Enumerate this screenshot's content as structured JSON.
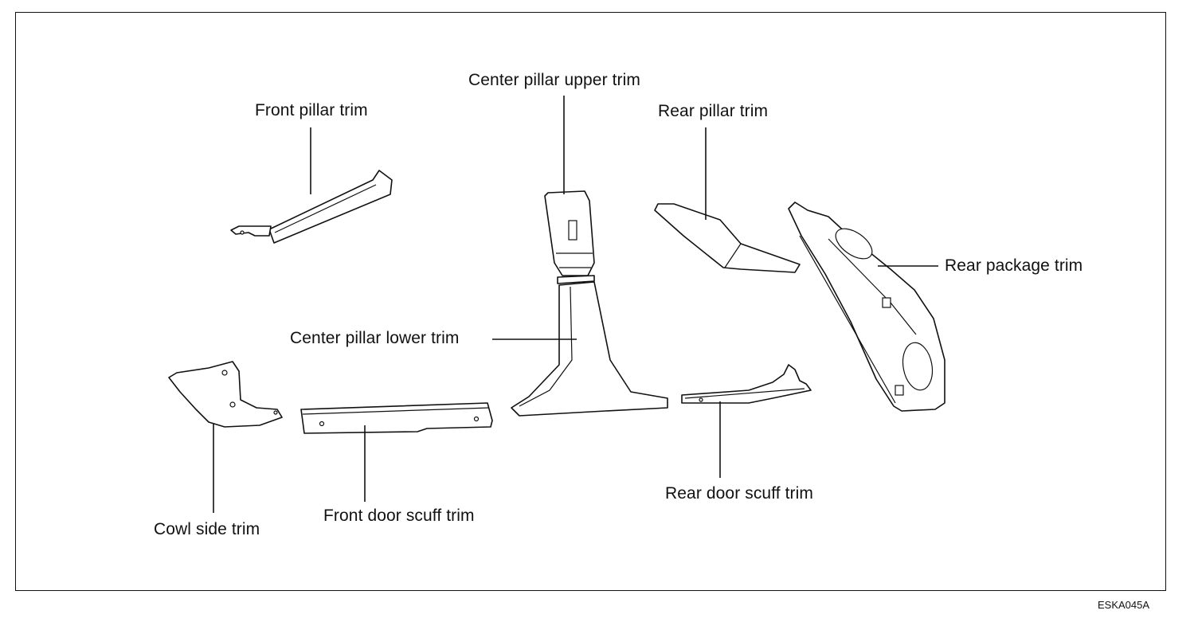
{
  "labels": {
    "front_pillar_trim": "Front pillar trim",
    "center_pillar_upper_trim": "Center pillar upper trim",
    "rear_pillar_trim": "Rear pillar trim",
    "rear_package_trim": "Rear package trim",
    "center_pillar_lower_trim": "Center pillar lower trim",
    "cowl_side_trim": "Cowl side trim",
    "front_door_scuff_trim": "Front door scuff trim",
    "rear_door_scuff_trim": "Rear door scuff trim"
  },
  "figure_code": "ESKA045A"
}
